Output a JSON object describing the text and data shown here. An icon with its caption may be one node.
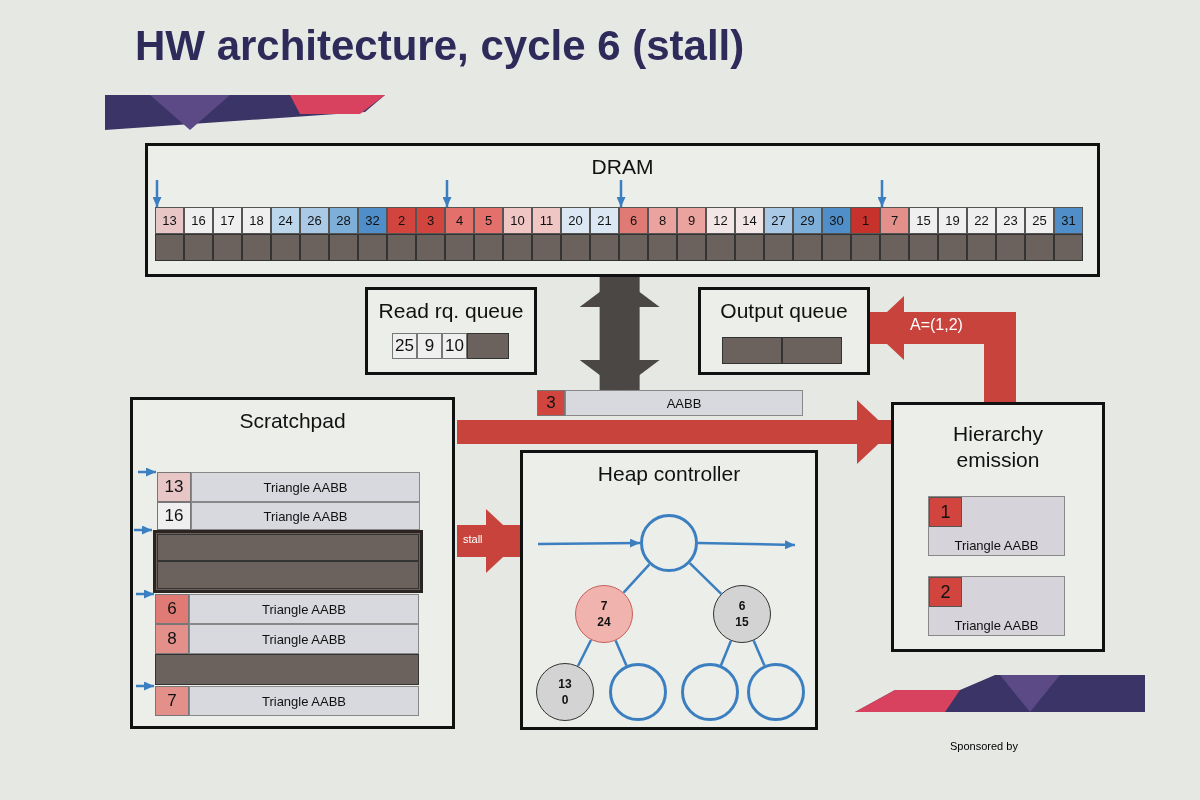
{
  "diagram": {
    "title": "HW architecture, cycle 6 (stall)",
    "nodes": [
      {
        "text": [
          "DRAM"
        ]
      },
      {
        "text": [
          "13"
        ],
        "in": 0
      },
      {
        "text": [
          "16"
        ],
        "in": 0
      },
      {
        "text": [
          "17"
        ],
        "in": 0
      },
      {
        "text": [
          "18"
        ],
        "in": 0
      },
      {
        "text": [
          "24"
        ],
        "in": 0
      },
      {
        "text": [
          "26"
        ],
        "in": 0
      },
      {
        "text": [
          "28"
        ],
        "in": 0
      },
      {
        "text": [
          "32"
        ],
        "in": 0
      },
      {
        "text": [
          "2"
        ],
        "in": 0
      },
      {
        "text": [
          "3"
        ],
        "in": 0
      },
      {
        "text": [
          "4"
        ],
        "in": 0
      },
      {
        "text": [
          "5"
        ],
        "in": 0
      },
      {
        "text": [
          "10"
        ],
        "in": 0
      },
      {
        "text": [
          "11"
        ],
        "in": 0
      },
      {
        "text": [
          "20"
        ],
        "in": 0
      },
      {
        "text": [
          "21"
        ],
        "in": 0
      },
      {
        "text": [
          "6"
        ],
        "in": 0
      },
      {
        "text": [
          "8"
        ],
        "in": 0
      },
      {
        "text": [
          "9"
        ],
        "in": 0
      },
      {
        "text": [
          "12"
        ],
        "in": 0
      },
      {
        "text": [
          "14"
        ],
        "in": 0
      },
      {
        "text": [
          "27"
        ],
        "in": 0
      },
      {
        "text": [
          "29"
        ],
        "in": 0
      },
      {
        "text": [
          "30"
        ],
        "in": 0
      },
      {
        "text": [
          "1"
        ],
        "in": 0
      },
      {
        "text": [
          "7"
        ],
        "in": 0
      },
      {
        "text": [
          "15"
        ],
        "in": 0
      },
      {
        "text": [
          "19"
        ],
        "in": 0
      },
      {
        "text": [
          "22"
        ],
        "in": 0
      },
      {
        "text": [
          "23"
        ],
        "in": 0
      },
      {
        "text": [
          "25"
        ],
        "in": 0
      },
      {
        "text": [
          "31"
        ],
        "in": 0
      },
      {
        "text": [],
        "shape": "box",
        "in": 0
      },
      {
        "text": [],
        "shape": "box",
        "in": 0
      },
      {
        "text": [],
        "shape": "box",
        "in": 0
      },
      {
        "text": [],
        "shape": "box",
        "in": 0
      },
      {
        "text": [],
        "shape": "box",
        "in": 0
      },
      {
        "text": [],
        "shape": "box",
        "in": 0
      },
      {
        "text": [],
        "shape": "box",
        "in": 0
      },
      {
        "text": [],
        "shape": "box",
        "in": 0
      },
      {
        "text": [],
        "shape": "box",
        "in": 0
      },
      {
        "text": [],
        "shape": "box",
        "in": 0
      },
      {
        "text": [],
        "shape": "box",
        "in": 0
      },
      {
        "text": [],
        "shape": "box",
        "in": 0
      },
      {
        "text": [],
        "shape": "box",
        "in": 0
      },
      {
        "text": [],
        "shape": "box",
        "in": 0
      },
      {
        "text": [],
        "shape": "box",
        "in": 0
      },
      {
        "text": [],
        "shape": "box",
        "in": 0
      },
      {
        "text": [],
        "shape": "box",
        "in": 0
      },
      {
        "text": [],
        "shape": "box",
        "in": 0
      },
      {
        "text": [],
        "shape": "box",
        "in": 0
      },
      {
        "text": [],
        "shape": "box",
        "in": 0
      },
      {
        "text": [],
        "shape": "box",
        "in": 0
      },
      {
        "text": [],
        "shape": "box",
        "in": 0
      },
      {
        "text": [],
        "shape": "box",
        "in": 0
      },
      {
        "text": [],
        "shape": "box",
        "in": 0
      },
      {
        "text": [],
        "shape": "box",
        "in": 0
      },
      {
        "text": [],
        "shape": "box",
        "in": 0
      },
      {
        "text": [],
        "shape": "box",
        "in": 0
      },
      {
        "text": [],
        "shape": "box",
        "in": 0
      },
      {
        "text": [],
        "shape": "box",
        "in": 0
      },
      {
        "text": [],
        "shape": "box",
        "in": 0
      },
      {
        "text": [],
        "shape": "box",
        "in": 0
      },
      {
        "text": [],
        "shape": "box",
        "in": 0
      },
      {
        "text": [
          "Read rq. queue"
        ]
      },
      {
        "text": [
          "25"
        ],
        "in": 65
      },
      {
        "text": [
          "9"
        ],
        "in": 65
      },
      {
        "text": [
          "10"
        ],
        "in": 65
      },
      {
        "text": [],
        "shape": "box",
        "in": 65
      },
      {
        "text": [
          "Output queue"
        ]
      },
      {
        "text": [],
        "shape": "box",
        "in": 70
      },
      {
        "text": [],
        "shape": "box",
        "in": 70
      },
      {
        "text": [
          "Scratchpad"
        ]
      },
      {
        "text": [
          "13"
        ],
        "in": 73
      },
      {
        "text": [
          "Triangle AABB"
        ],
        "in": 73
      },
      {
        "text": [
          "16"
        ],
        "in": 73
      },
      {
        "text": [
          "Triangle AABB"
        ],
        "in": 73
      },
      {
        "text": [],
        "shape": "box",
        "in": 73
      },
      {
        "text": [],
        "shape": "box",
        "in": 78
      },
      {
        "text": [],
        "shape": "box",
        "in": 78
      },
      {
        "text": [
          "6"
        ],
        "in": 73
      },
      {
        "text": [
          "Triangle AABB"
        ],
        "in": 73
      },
      {
        "text": [
          "8"
        ],
        "in": 73
      },
      {
        "text": [
          "Triangle AABB"
        ],
        "in": 73
      },
      {
        "text": [],
        "shape": "box",
        "in": 73
      },
      {
        "text": [
          "7"
        ],
        "in": 73
      },
      {
        "text": [
          "Triangle AABB"
        ],
        "in": 73
      },
      {
        "text": [
          "3"
        ]
      },
      {
        "text": [
          "AABB"
        ]
      },
      {
        "text": [
          "Heap controller"
        ]
      },
      {
        "text": [],
        "shape": "circle",
        "in": 90
      },
      {
        "text": [
          "7",
          "24"
        ],
        "in": 90
      },
      {
        "text": [
          "6",
          "15"
        ],
        "in": 90
      },
      {
        "text": [
          "13",
          "0"
        ],
        "in": 90
      },
      {
        "text": [],
        "shape": "circle",
        "in": 90
      },
      {
        "text": [],
        "shape": "circle",
        "in": 90
      },
      {
        "text": [],
        "shape": "circle",
        "in": 90
      },
      {
        "text": [
          "Hierarchy emission"
        ]
      },
      {
        "text": [
          "Triangle AABB"
        ],
        "in": 98
      },
      {
        "text": [
          "1"
        ],
        "in": 99
      },
      {
        "text": [
          "Triangle AABB"
        ],
        "in": 98
      },
      {
        "text": [
          "2"
        ],
        "in": 101
      }
    ],
    "edges": [
      {
        "from": null,
        "to": 1,
        "arrow": "to"
      },
      {
        "from": null,
        "to": 11,
        "arrow": "to"
      },
      {
        "from": null,
        "to": 17,
        "arrow": "to"
      },
      {
        "from": null,
        "to": 26,
        "arrow": "to"
      },
      {
        "from": 89,
        "to": 0,
        "arrow": "both",
        "style": "thick",
        "color": "#4a4744"
      },
      {
        "from": 98,
        "to": 70,
        "arrow": "to",
        "label": "A=(1,2)",
        "style": "thick",
        "color": "#c9433d"
      },
      {
        "from": 73,
        "to": 98,
        "arrow": "to",
        "style": "thick",
        "color": "#c9433d"
      },
      {
        "from": 73,
        "to": 90,
        "arrow": "to",
        "label": "stall",
        "style": "thick",
        "color": "#c9433d"
      },
      {
        "from": null,
        "to": 74,
        "arrow": "to"
      },
      {
        "from": null,
        "to": 78,
        "arrow": "to"
      },
      {
        "from": null,
        "to": 81,
        "arrow": "to"
      },
      {
        "from": null,
        "to": 86,
        "arrow": "to"
      },
      {
        "from": null,
        "to": 91,
        "arrow": "to"
      },
      {
        "from": 91,
        "to": null,
        "arrow": "to"
      },
      {
        "from": 91,
        "to": 92,
        "arrow": "none"
      },
      {
        "from": 91,
        "to": 93,
        "arrow": "none"
      },
      {
        "from": 92,
        "to": 94,
        "arrow": "none"
      },
      {
        "from": 92,
        "to": 95,
        "arrow": "none"
      },
      {
        "from": 93,
        "to": 96,
        "arrow": "none"
      },
      {
        "from": 93,
        "to": 97,
        "arrow": "none"
      }
    ],
    "labels": [
      "Sponsored by"
    ]
  }
}
